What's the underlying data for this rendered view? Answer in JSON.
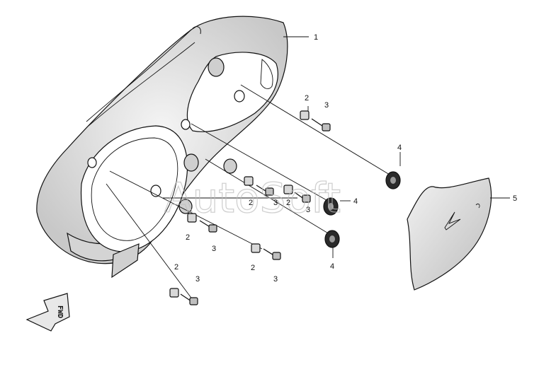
{
  "labels": {
    "p1": "1",
    "p2a": "2",
    "p2b": "2",
    "p2c": "2",
    "p2d": "2",
    "p2e": "2",
    "p2f": "2",
    "p3a": "3",
    "p3b": "3",
    "p3c": "3",
    "p3d": "3",
    "p3e": "3",
    "p3f": "3",
    "p4a": "4",
    "p4b": "4",
    "p4c": "4",
    "p5": "5"
  },
  "fwd_text": "FWD",
  "watermark": "AutoSoft",
  "colors": {
    "ink": "#111111",
    "part_fill": "#e6e6e6",
    "shadow_fill": "#cfcfcf"
  }
}
